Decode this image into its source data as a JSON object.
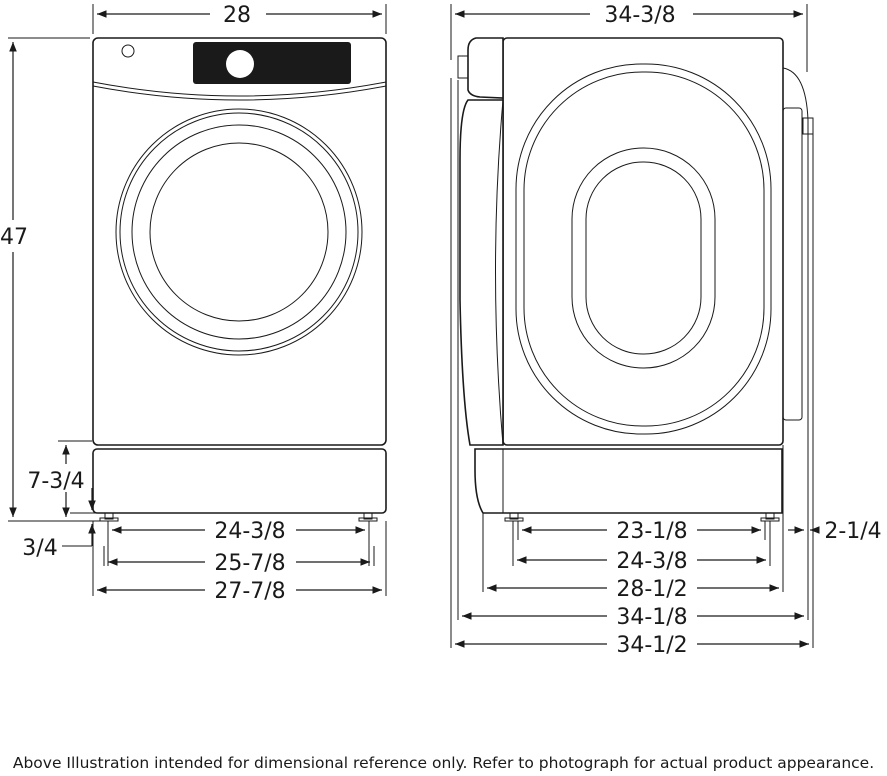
{
  "front_view": {
    "width": "28",
    "height": "47",
    "pedestal_height": "7-3/4",
    "foot_height": "3/4",
    "feet_inner": "24-3/8",
    "feet_outer": "25-7/8",
    "base_width": "27-7/8"
  },
  "side_view": {
    "depth": "34-3/8",
    "rear_clearance": "2-1/4",
    "feet_inner": "23-1/8",
    "feet_outer": "24-3/8",
    "base_depth": "28-1/2",
    "depth_door_closed": "34-1/8",
    "depth_overall": "34-1/2"
  },
  "caption": "Above Illustration intended for dimensional reference only. Refer to photograph for actual product appearance."
}
